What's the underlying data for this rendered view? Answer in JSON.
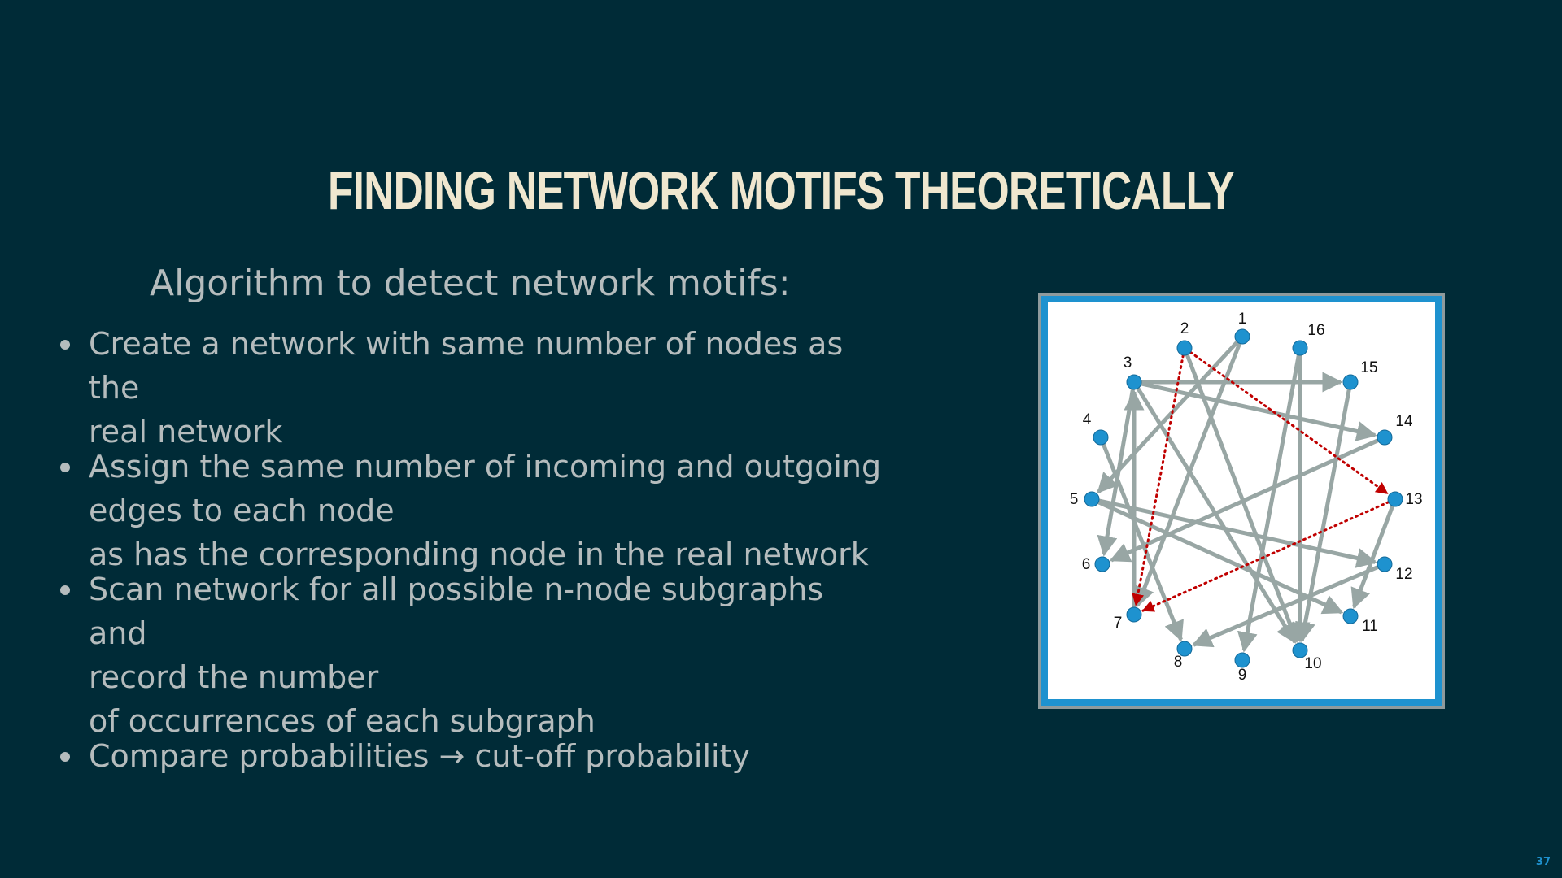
{
  "slide": {
    "title": "FINDING NETWORK MOTIFS THEORETICALLY",
    "subtitle": "Algorithm to detect network motifs:",
    "bullets": [
      {
        "lines": [
          "Create a network with same number of nodes as the",
          "real network"
        ]
      },
      {
        "lines": [
          "Assign the same number of incoming and outgoing",
          "edges to each node",
          "as has the corresponding node in the real network"
        ]
      },
      {
        "lines": [
          "Scan network for all possible n-node subgraphs and",
          "record the number",
          "of occurrences of each subgraph"
        ]
      },
      {
        "lines": [
          "Compare probabilities → cut-off probability"
        ]
      }
    ],
    "page_number": "37"
  },
  "diagram": {
    "colors": {
      "node": "#1e92cf",
      "edge": "#98a6a4",
      "highlight": "#c00000",
      "label": "#111111"
    },
    "nodes": [
      {
        "id": "1",
        "label": "1"
      },
      {
        "id": "2",
        "label": "2"
      },
      {
        "id": "3",
        "label": "3"
      },
      {
        "id": "4",
        "label": "4"
      },
      {
        "id": "5",
        "label": "5"
      },
      {
        "id": "6",
        "label": "6"
      },
      {
        "id": "7",
        "label": "7"
      },
      {
        "id": "8",
        "label": "8"
      },
      {
        "id": "9",
        "label": "9"
      },
      {
        "id": "10",
        "label": "10"
      },
      {
        "id": "11",
        "label": "11"
      },
      {
        "id": "12",
        "label": "12"
      },
      {
        "id": "13",
        "label": "13"
      },
      {
        "id": "14",
        "label": "14"
      },
      {
        "id": "15",
        "label": "15"
      },
      {
        "id": "16",
        "label": "16"
      }
    ],
    "edges": [
      {
        "from": "3",
        "to": "15"
      },
      {
        "from": "3",
        "to": "14"
      },
      {
        "from": "3",
        "to": "10"
      },
      {
        "from": "3",
        "to": "6"
      },
      {
        "from": "7",
        "to": "3"
      },
      {
        "from": "1",
        "to": "5"
      },
      {
        "from": "1",
        "to": "7"
      },
      {
        "from": "2",
        "to": "10"
      },
      {
        "from": "16",
        "to": "9"
      },
      {
        "from": "16",
        "to": "10"
      },
      {
        "from": "4",
        "to": "8"
      },
      {
        "from": "5",
        "to": "11"
      },
      {
        "from": "14",
        "to": "6"
      },
      {
        "from": "15",
        "to": "10"
      },
      {
        "from": "13",
        "to": "11"
      },
      {
        "from": "12",
        "to": "8"
      },
      {
        "from": "5",
        "to": "12"
      }
    ],
    "highlight_edges": [
      {
        "from": "2",
        "to": "13"
      },
      {
        "from": "2",
        "to": "7"
      },
      {
        "from": "13",
        "to": "7"
      }
    ]
  }
}
